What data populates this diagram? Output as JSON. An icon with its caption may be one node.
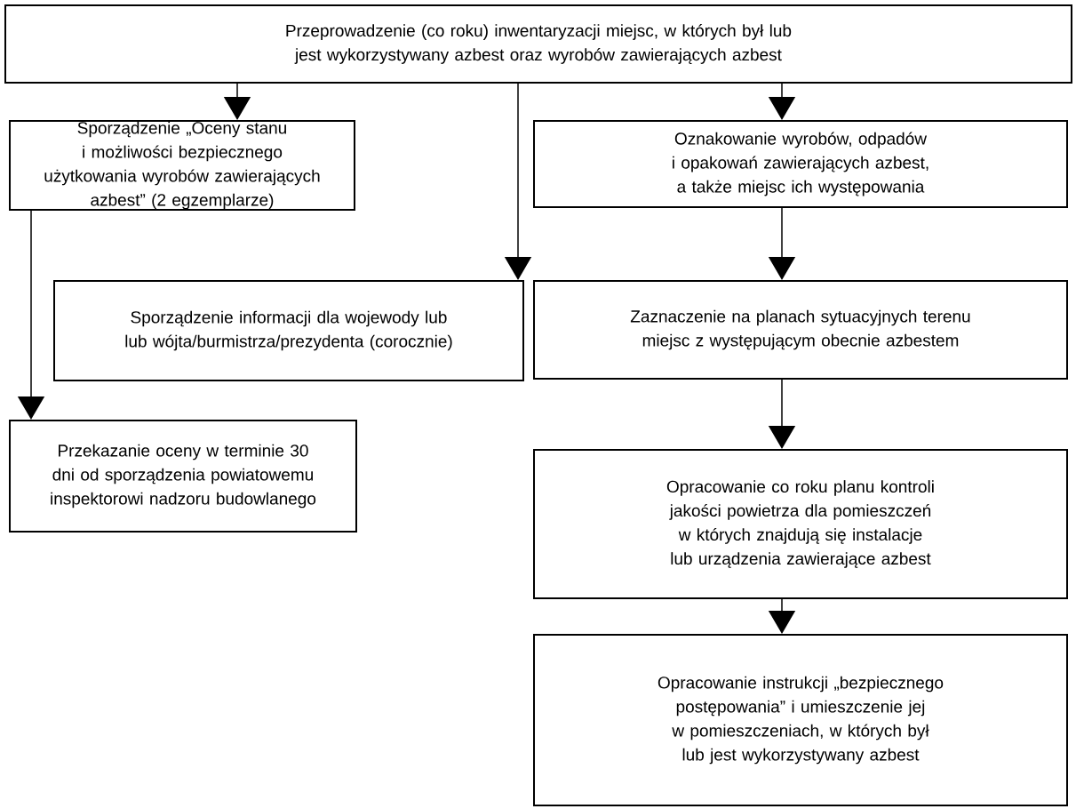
{
  "diagram": {
    "nodes": [
      {
        "text": [
          "Przeprowadzenie (co roku) inwentaryzacji miejsc, w których był lub jest wykorzystywany azbest oraz wyrobów zawierających azbest"
        ]
      },
      {
        "text": [
          "Sporządzenie „Oceny stanu i możliwości bezpiecznego użytkowania wyrobów zawierających azbest” (2 egzemplarze)"
        ]
      },
      {
        "text": [
          "Oznakowanie wyrobów, odpadów i opakowań zawierających azbest, a także miejsc ich występowania"
        ]
      },
      {
        "text": [
          "Sporządzenie informacji dla wojewody lub lub wójta/burmistrza/prezydenta (corocznie)"
        ]
      },
      {
        "text": [
          "Zaznaczenie na planach sytuacyjnych terenu miejsc z występującym obecnie azbestem"
        ]
      },
      {
        "text": [
          "Przekazanie oceny w terminie 30 dni od sporządzenia powiatowemu inspektorowi nadzoru budowlanego"
        ]
      },
      {
        "text": [
          "Opracowanie co roku planu kontroli jakości powietrza dla pomieszczeń w których znajdują się instalacje lub urządzenia zawierające azbest"
        ]
      },
      {
        "text": [
          "Opracowanie instrukcji „bezpiecznego postępowania” i umieszczenie jej w pomieszczeniach, w których był lub jest wykorzystywany azbest"
        ]
      }
    ],
    "edges": [
      {
        "from": 0,
        "to": 1,
        "arrow": "to"
      },
      {
        "from": 0,
        "to": 3,
        "arrow": "to"
      },
      {
        "from": 0,
        "to": 2,
        "arrow": "to"
      },
      {
        "from": 1,
        "to": 5,
        "arrow": "to"
      },
      {
        "from": 2,
        "to": 4,
        "arrow": "to"
      },
      {
        "from": 4,
        "to": 6,
        "arrow": "to"
      },
      {
        "from": 6,
        "to": 7,
        "arrow": "to"
      }
    ]
  }
}
